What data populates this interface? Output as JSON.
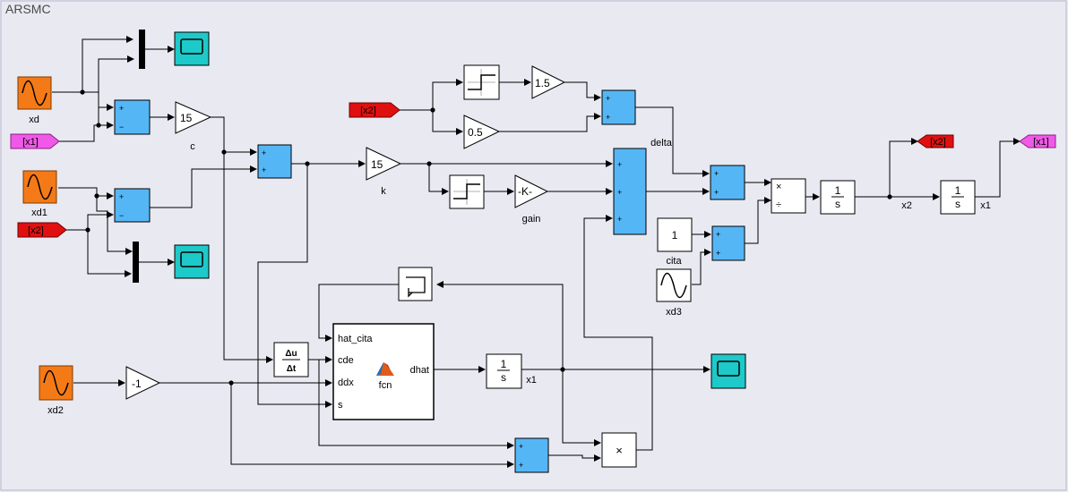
{
  "model": {
    "title": "ARSMC"
  },
  "blocks": {
    "xd": "xd",
    "xd1": "xd1",
    "xd2": "xd2",
    "xd3": "xd3",
    "goto_x1": "[x1]",
    "goto_x2_a": "[x2]",
    "goto_x2_b": "[x2]",
    "goto_x2_c": "[x2]",
    "goto_x1_b": "[x1]",
    "gain_c_val": "15",
    "gain_c_label": "c",
    "gain_k_val": "15",
    "gain_k_label": "k",
    "gain_gain_val": "-K-",
    "gain_gain_label": "gain",
    "gain_15": "1.5",
    "const_05": "0.5",
    "gain_neg1": "-1",
    "const_cita": "1",
    "cita_label": "cita",
    "delta_label": "delta",
    "integ_num": "1",
    "integ_den": "s",
    "x1_label": "x1",
    "x2_label": "x2",
    "deriv_num": "Δu",
    "deriv_den": "Δt",
    "fcn_in1": "hat_cita",
    "fcn_in2": "cde",
    "fcn_in3": "ddx",
    "fcn_in4": "s",
    "fcn_out": "dhat",
    "fcn_name": "fcn",
    "plus": "+",
    "minus": "−",
    "times": "×",
    "divide": "÷"
  },
  "colors": {
    "source": "#f47a18",
    "sum": "#55b6f5",
    "scope": "#1ec9c9",
    "goto_red": "#e01010",
    "goto_pink": "#f059e8",
    "background": "#e9e9f2"
  }
}
